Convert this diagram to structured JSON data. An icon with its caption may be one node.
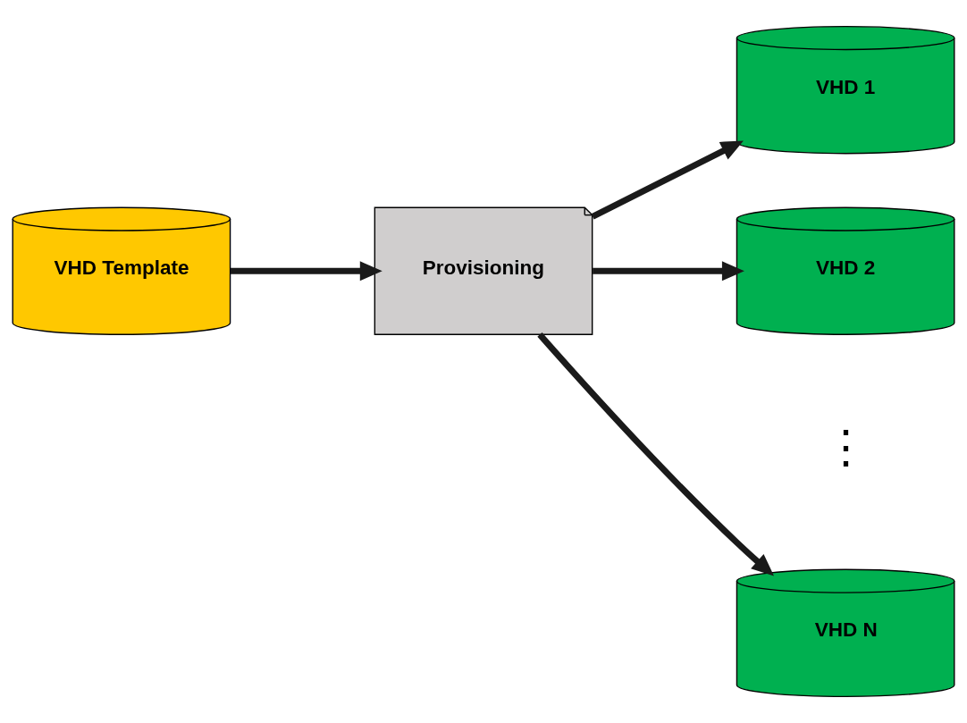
{
  "diagram": {
    "nodes": [
      {
        "text": [
          "VHD Template"
        ]
      },
      {
        "text": [
          "Provisioning"
        ]
      },
      {
        "text": [
          "VHD 1"
        ]
      },
      {
        "text": [
          "VHD 2"
        ]
      },
      {
        "text": [
          "VHD N"
        ]
      }
    ],
    "edges": [
      {
        "from": 0,
        "to": 1,
        "arrow": "to"
      },
      {
        "from": 1,
        "to": 2,
        "arrow": "to"
      },
      {
        "from": 1,
        "to": 3,
        "arrow": "to"
      },
      {
        "from": 1,
        "to": 4,
        "arrow": "to"
      }
    ],
    "labels": [
      "⋮"
    ]
  }
}
